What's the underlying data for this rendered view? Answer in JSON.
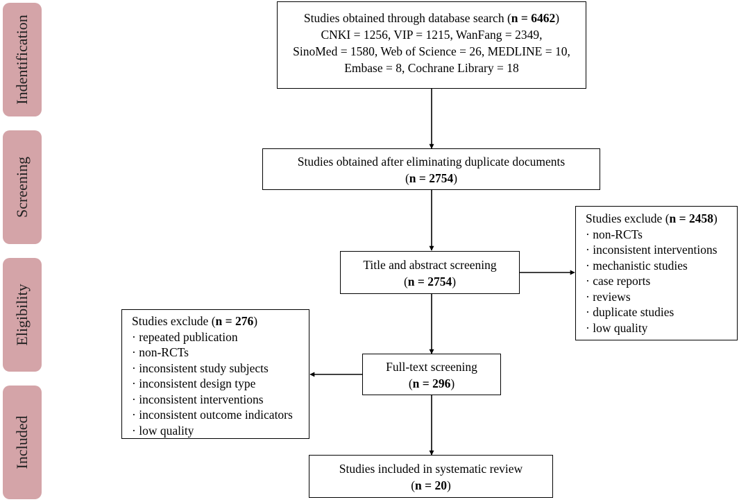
{
  "stages": [
    {
      "id": "identification",
      "label": "Indentification"
    },
    {
      "id": "screening",
      "label": "Screening"
    },
    {
      "id": "eligibility",
      "label": "Eligibility"
    },
    {
      "id": "included",
      "label": "Included"
    }
  ],
  "colors": {
    "stage_fill": "#d4a4a8",
    "box_border": "#000000",
    "arrow": "#000000"
  },
  "database_search": {
    "title_prefix": "Studies obtained through database search (",
    "count": "n = 6462",
    "title_suffix": ")",
    "line2": "CNKI = 1256, VIP = 1215, WanFang = 2349,",
    "line3": "SinoMed = 1580, Web of Science = 26, MEDLINE = 10,",
    "line4": "Embase = 8, Cochrane Library = 18"
  },
  "after_duplicates": {
    "title": "Studies obtained after eliminating duplicate documents",
    "count_prefix": "(",
    "count": "n = 2754",
    "count_suffix": ")"
  },
  "title_abstract": {
    "title": "Title and abstract screening",
    "count_prefix": "(",
    "count": "n = 2754",
    "count_suffix": ")"
  },
  "exclude_title_abstract": {
    "heading_prefix": "Studies exclude (",
    "count": "n = 2458",
    "heading_suffix": ")",
    "items": [
      "· non-RCTs",
      "· inconsistent interventions",
      "· mechanistic studies",
      "· case reports",
      "· reviews",
      "· duplicate studies",
      "· low quality"
    ]
  },
  "full_text": {
    "title": "Full-text screening",
    "count_prefix": "(",
    "count": "n = 296",
    "count_suffix": ")"
  },
  "exclude_full_text": {
    "heading_prefix": "Studies exclude (",
    "count": "n = 276",
    "heading_suffix": ")",
    "items": [
      "· repeated publication",
      "· non-RCTs",
      "· inconsistent study subjects",
      "· inconsistent design type",
      "· inconsistent interventions",
      "· inconsistent outcome indicators",
      "· low quality"
    ]
  },
  "included": {
    "title": "Studies included in systematic review",
    "count_prefix": "(",
    "count": "n = 20",
    "count_suffix": ")"
  }
}
